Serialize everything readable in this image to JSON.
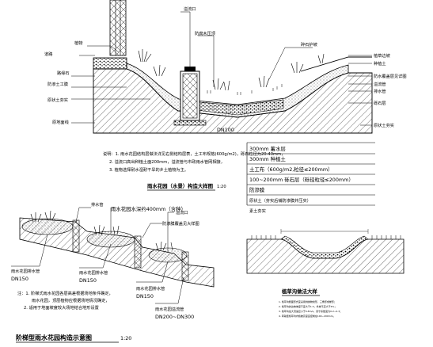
{
  "drawing1": {
    "labels": {
      "overflow": "溢流口",
      "plank_top": "防腐木压顶",
      "road": "道路",
      "curb": "路缘石",
      "gravel_right": "碎石护坡",
      "planting_soil": "种植土",
      "overflow_pipe": "溢流管",
      "drain_pipe": "排水管",
      "overflow_note": "防水覆盖层见详图",
      "grass_right": "植草边坡",
      "ground_line": "原地面线",
      "plant_left": "植物",
      "existing_ground": "原状土夯实",
      "geo_membrane": "防渗土工膜",
      "gravel_layer": "砾石层",
      "dn": "DN100"
    },
    "notes": [
      "说明：1. 雨水花园结构层做法详见右侧结构层表，土工布规格(600g/m2)，砾石粒径为20-40mm，",
      "2. 溢流口高出种植土面200mm，溢流管与市政雨水管网相接，",
      "3. 植物选择耐水湿耐干旱的乡土植物为主。"
    ],
    "title": "雨水花园（水景）构造大样图",
    "scale": "1:20"
  },
  "layers": [
    "300mm 蓄水层",
    "300mm 种植土",
    "土工布（600g/m2,粒径≤200mm）",
    "100~200mm 砾石层（砾径粒径≤200mm）",
    "防渗膜",
    "原状土（夯实后铺防渗膜并压实）",
    "素土夯实"
  ],
  "drawing2": {
    "labels": {
      "drain": "排水管",
      "water_depth": "雨水花园水深约400mm（含种）",
      "overflow": "溢流口",
      "overflow_cover": "防渗膜覆盖见大样图",
      "drain_left": "雨水花园排水管",
      "dn150a": "DN150",
      "drain_mid": "雨水花园排水管",
      "dn150b": "DN150",
      "drain_low": "雨水花园排水管",
      "dn150c": "DN150",
      "overflow_tube": "雨水花园溢流管",
      "dn_range": "DN200~DN300"
    },
    "notes": [
      "注：1. 阶梯式雨水花园各层高差根据场地条件确定，",
      "雨水花园，顶层植物应根据场地情况确定，",
      "2. 适用于地面坡度较大场地结合地形设置"
    ],
    "title": "阶梯型雨水花园构造示意图",
    "scale": "1:20"
  },
  "drawing3": {
    "title": "植草沟做法大样",
    "notes": [
      "1. 植草沟断面形式宜采用倒抛物线形、三角形或梯形；",
      "2. 植草沟的边坡坡度不宜大于1:3，纵坡不应大于4%；",
      "3. 植草沟最大流速应小于0.8m/s，曼宁系数宜为0.2~0.3；",
      "4. 转输型植草沟内植被高度宜控制在100~200mm。"
    ]
  },
  "colors": {
    "ink": "#000000",
    "paper": "#ffffff",
    "hatch": "#555555"
  }
}
